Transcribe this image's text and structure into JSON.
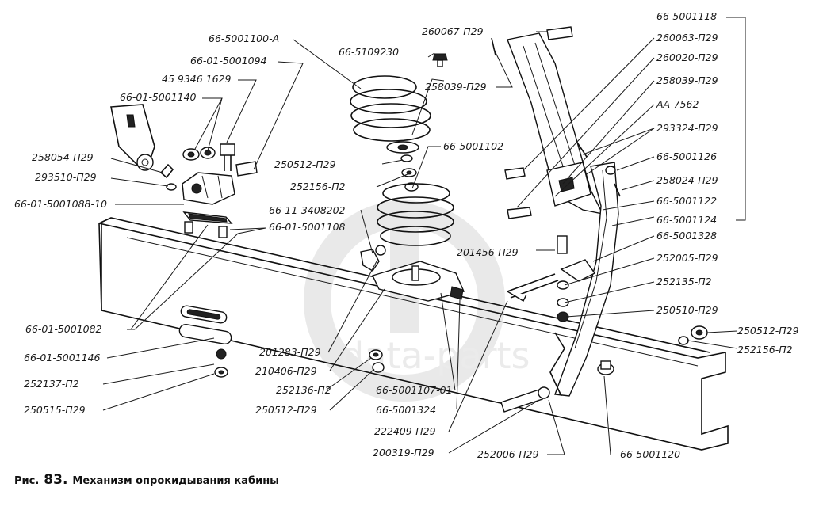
{
  "watermark": {
    "text": "data-parts"
  },
  "caption": {
    "prefix": "Рис.",
    "number": "83.",
    "title": "Механизм опрокидывания кабины"
  },
  "labels": {
    "l01": "66-5001100-А",
    "l02": "66-01-5001094",
    "l03": "45 9346 1629",
    "l04": "66-01-5001140",
    "l05": "258054-П29",
    "l06": "293510-П29",
    "l07": "66-01-5001088-10",
    "l08": "66-11-3408202",
    "l09": "66-01-5001108",
    "l10": "66-01-5001082",
    "l11": "66-01-5001146",
    "l12": "252137-П2",
    "l13": "250515-П29",
    "l14": "66-5109230",
    "l15": "258039-П29",
    "l16": "66-5001102",
    "l17": "250512-П29",
    "l18": "252156-П2",
    "l19": "201456-П29",
    "l20": "201283-П29",
    "l21": "210406-П29",
    "l22": "252136-П2",
    "l23": "250512-П29",
    "l24": "66-5001107-01",
    "l25": "66-5001324",
    "l26": "222409-П29",
    "l27": "200319-П29",
    "l28": "252006-П29",
    "l29": "260067-П29",
    "l30": "66-5001118",
    "l31": "260063-П29",
    "l32": "260020-П29",
    "l33": "258039-П29",
    "l34": "АА-7562",
    "l35": "293324-П29",
    "l36": "66-5001126",
    "l37": "258024-П29",
    "l38": "66-5001122",
    "l39": "66-5001124",
    "l40": "66-5001328",
    "l41": "252005-П29",
    "l42": "252135-П2",
    "l43": "250510-П29",
    "l44": "250512-П29",
    "l45": "252156-П2",
    "l46": "66-5001120"
  }
}
